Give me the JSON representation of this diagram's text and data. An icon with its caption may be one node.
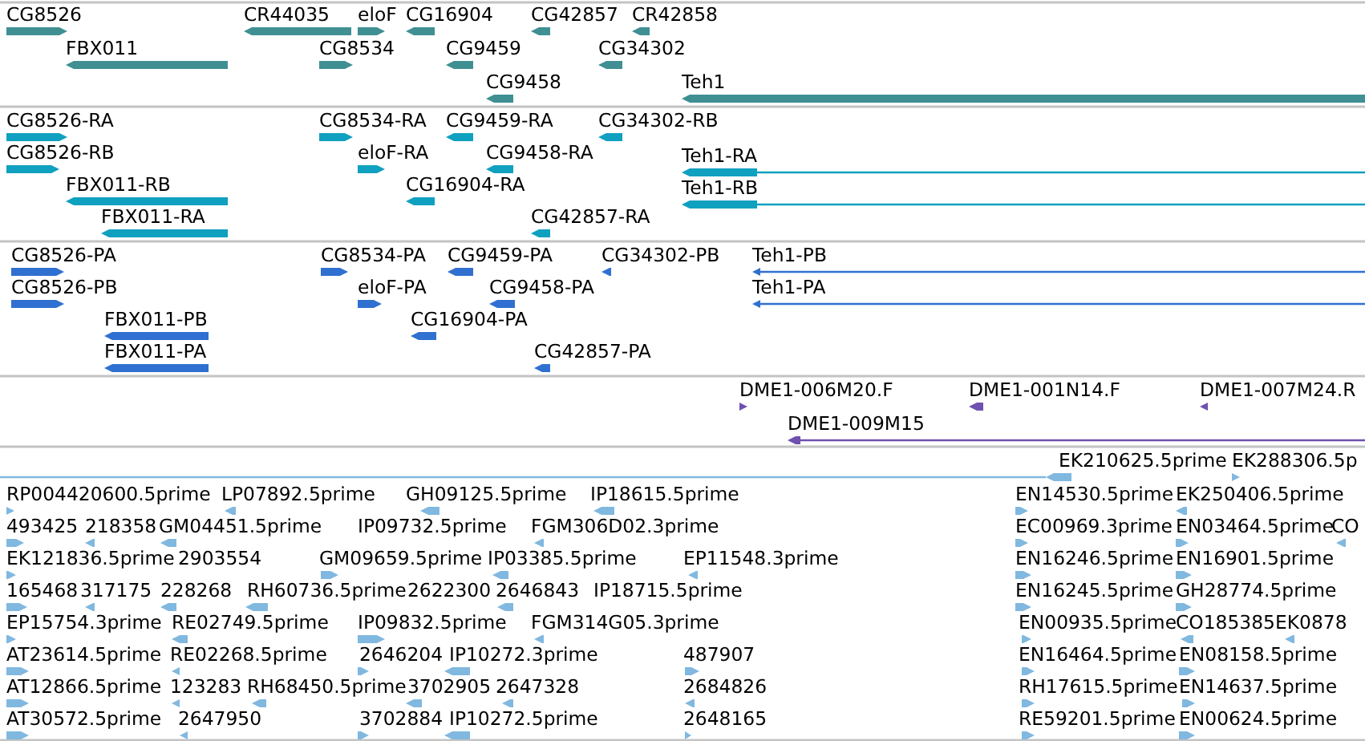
{
  "diagram": {
    "labels": [
      "CG8526",
      "CR44035",
      "eloF",
      "CG16904",
      "CG42857",
      "CR42858",
      "FBX011",
      "CG8534",
      "CG9459",
      "CG34302",
      "CG9458",
      "Teh1",
      "CG8526-RA",
      "CG8534-RA",
      "CG9459-RA",
      "CG34302-RB",
      "CG8526-RB",
      "eloF-RA",
      "CG9458-RA",
      "Teh1-RA",
      "FBX011-RB",
      "CG16904-RA",
      "Teh1-RB",
      "FBX011-RA",
      "CG42857-RA",
      "CG8526-PA",
      "CG8534-PA",
      "CG9459-PA",
      "CG34302-PB",
      "Teh1-PB",
      "CG8526-PB",
      "eloF-PA",
      "CG9458-PA",
      "Teh1-PA",
      "FBX011-PB",
      "CG16904-PA",
      "FBX011-PA",
      "CG42857-PA",
      "DME1-006M20.F",
      "DME1-001N14.F",
      "DME1-007M24.R",
      "DME1-009M15",
      "EK210625.5prime",
      "EK288306.5p",
      "RP004420600.5prime",
      "LP07892.5prime",
      "GH09125.5prime",
      "IP18615.5prime",
      "EN14530.5prime",
      "EK250406.5prime",
      "493425",
      "218358",
      "GM04451.5prime",
      "IP09732.5prime",
      "FGM306D02.3prime",
      "EC00969.3prime",
      "EN03464.5prime",
      "CO",
      "EK121836.5prime",
      "2903554",
      "GM09659.5prime",
      "IP03385.5prime",
      "EP11548.3prime",
      "EN16246.5prime",
      "EN16901.5prime",
      "165468",
      "317175",
      "228268",
      "RH60736.5prime",
      "2622300",
      "2646843",
      "IP18715.5prime",
      "EN16245.5prime",
      "GH28774.5prime",
      "EP15754.3prime",
      "RE02749.5prime",
      "IP09832.5prime",
      "FGM314G05.3prime",
      "EN00935.5prime",
      "CO185385",
      "EK0878",
      "AT23614.5prime",
      "RE02268.5prime",
      "2646204",
      "IP10272.3prime",
      "487907",
      "EN16464.5prime",
      "EN08158.5prime",
      "AT12866.5prime",
      "123283",
      "RH68450.5prime",
      "3702905",
      "2647328",
      "2684826",
      "RH17615.5prime",
      "EN14637.5prime",
      "AT30572.5prime",
      "2647950",
      "3702884",
      "IP10272.5prime",
      "2648165",
      "RE59201.5prime",
      "EN00624.5prime"
    ]
  }
}
